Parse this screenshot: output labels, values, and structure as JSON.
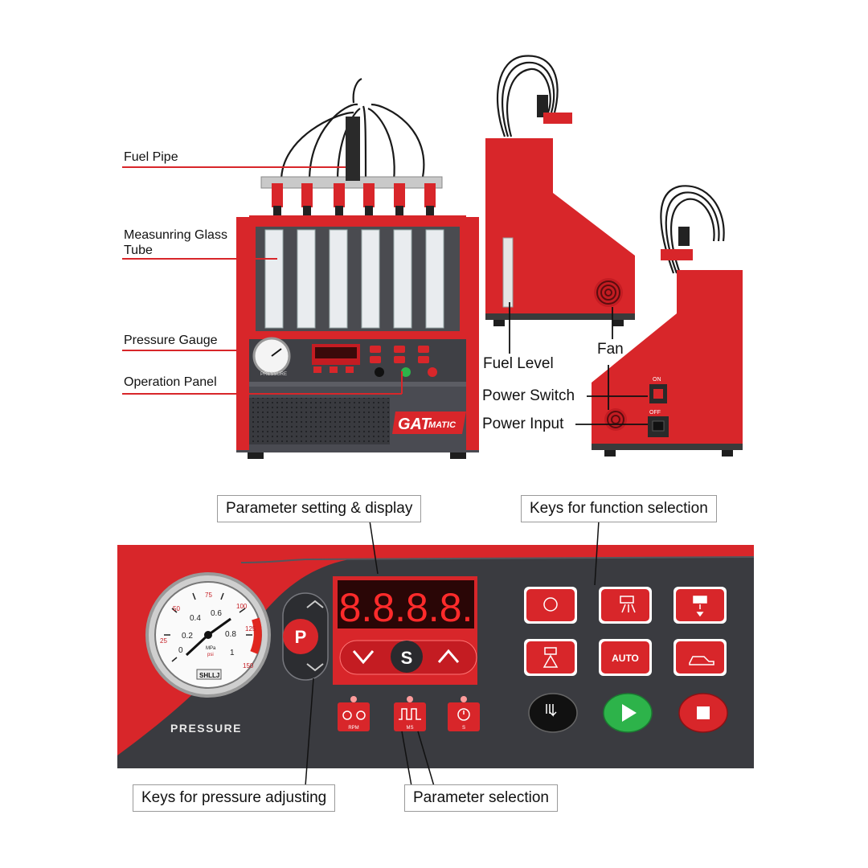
{
  "main_unit": {
    "callouts": {
      "fuel_pipe": "Fuel Pipe",
      "glass_tube_line1": "Measunring Glass",
      "glass_tube_line2": "Tube",
      "pressure_gauge": "Pressure Gauge",
      "operation_panel": "Operation Panel"
    },
    "brand_a": "GAT",
    "brand_b": "MATIC",
    "panel_gauge_label": "PRESSURE"
  },
  "side_views": {
    "fuel_level": "Fuel Level",
    "fan": "Fan",
    "power_switch": "Power Switch",
    "power_input": "Power Input",
    "switch_on": "ON",
    "switch_off": "OFF"
  },
  "panel_closeup": {
    "callouts": {
      "parameter_display": "Parameter setting & display",
      "function_keys": "Keys for function selection",
      "pressure_keys": "Keys for pressure adjusting",
      "parameter_selection": "Parameter selection"
    },
    "display_digits": "8.8.8.8.",
    "s_key": "S",
    "p_key": "P",
    "param_keys": [
      "RPM",
      "MS",
      "S"
    ],
    "function_key_auto": "AUTO",
    "gauge": {
      "label": "PRESSURE",
      "psi_ticks": [
        "25",
        "50",
        "75",
        "100",
        "125",
        "150"
      ],
      "mpa_ticks": [
        "0",
        "0.2",
        "0.4",
        "0.6",
        "0.8",
        "1"
      ],
      "unit_mpa": "MPa",
      "unit_psi": "psi",
      "brand": "SHLLJ"
    }
  },
  "colors": {
    "red": "#d8262a",
    "dark_panel": "#3a3b40",
    "display_red": "#ff2b2b",
    "start_green": "#2db34a"
  }
}
